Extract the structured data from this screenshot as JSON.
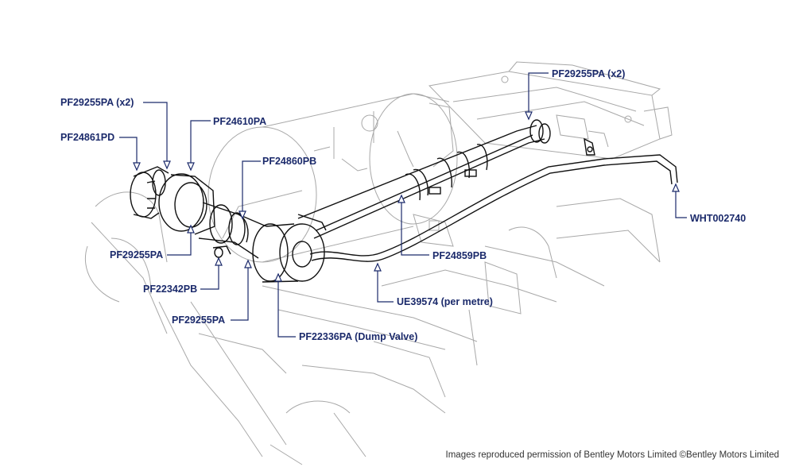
{
  "colors": {
    "leader": "#1b2a6b",
    "line_art": "#9a9a9a",
    "component": "#111111"
  },
  "callouts": [
    {
      "id": "pf29255pa-x2-left",
      "text": "PF29255PA (x2)"
    },
    {
      "id": "pf24610pa",
      "text": "PF24610PA"
    },
    {
      "id": "pf24861pd",
      "text": "PF24861PD"
    },
    {
      "id": "pf24860pb",
      "text": "PF24860PB"
    },
    {
      "id": "pf29255pa-x2-right",
      "text": "PF29255PA (x2)"
    },
    {
      "id": "wht002740",
      "text": "WHT002740"
    },
    {
      "id": "pf29255pa-a",
      "text": "PF29255PA"
    },
    {
      "id": "pf24859pb",
      "text": "PF24859PB"
    },
    {
      "id": "pf22342pb",
      "text": "PF22342PB"
    },
    {
      "id": "ue39574",
      "text": "UE39574 (per metre)"
    },
    {
      "id": "pf29255pa-b",
      "text": "PF29255PA"
    },
    {
      "id": "pf22336pa",
      "text": "PF22336PA (Dump Valve)"
    }
  ],
  "credit": "Images reproduced permission of Bentley Motors Limited ©Bentley Motors Limited"
}
